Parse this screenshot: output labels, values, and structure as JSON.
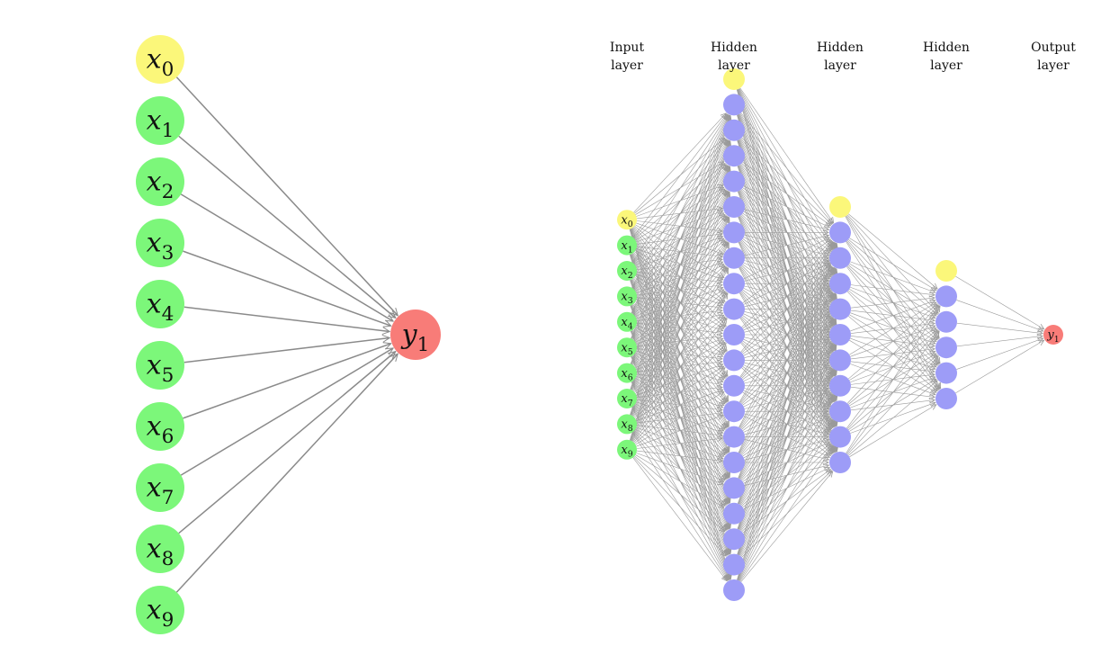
{
  "colors": {
    "bias": "#fbf77a",
    "input": "#7cf77a",
    "hidden": "#9d9cf7",
    "output": "#f87c78",
    "edge": "#8a8a8a"
  },
  "left_network": {
    "inputs": [
      {
        "sym": "x",
        "sub": "0",
        "kind": "bias"
      },
      {
        "sym": "x",
        "sub": "1",
        "kind": "input"
      },
      {
        "sym": "x",
        "sub": "2",
        "kind": "input"
      },
      {
        "sym": "x",
        "sub": "3",
        "kind": "input"
      },
      {
        "sym": "x",
        "sub": "4",
        "kind": "input"
      },
      {
        "sym": "x",
        "sub": "5",
        "kind": "input"
      },
      {
        "sym": "x",
        "sub": "6",
        "kind": "input"
      },
      {
        "sym": "x",
        "sub": "7",
        "kind": "input"
      },
      {
        "sym": "x",
        "sub": "8",
        "kind": "input"
      },
      {
        "sym": "x",
        "sub": "9",
        "kind": "input"
      }
    ],
    "output": {
      "sym": "y",
      "sub": "1",
      "kind": "output"
    }
  },
  "right_network": {
    "layers": [
      {
        "title_line1": "Input",
        "title_line2": "layer",
        "has_bias": true,
        "units": 9,
        "unit_kind": "input",
        "labels": [
          {
            "sym": "x",
            "sub": "0"
          },
          {
            "sym": "x",
            "sub": "1"
          },
          {
            "sym": "x",
            "sub": "2"
          },
          {
            "sym": "x",
            "sub": "3"
          },
          {
            "sym": "x",
            "sub": "4"
          },
          {
            "sym": "x",
            "sub": "5"
          },
          {
            "sym": "x",
            "sub": "6"
          },
          {
            "sym": "x",
            "sub": "7"
          },
          {
            "sym": "x",
            "sub": "8"
          },
          {
            "sym": "x",
            "sub": "9"
          }
        ]
      },
      {
        "title_line1": "Hidden",
        "title_line2": "layer",
        "has_bias": true,
        "units": 20,
        "unit_kind": "hidden",
        "labels": []
      },
      {
        "title_line1": "Hidden",
        "title_line2": "layer",
        "has_bias": true,
        "units": 10,
        "unit_kind": "hidden",
        "labels": []
      },
      {
        "title_line1": "Hidden",
        "title_line2": "layer",
        "has_bias": true,
        "units": 5,
        "unit_kind": "hidden",
        "labels": []
      },
      {
        "title_line1": "Output",
        "title_line2": "layer",
        "has_bias": false,
        "units": 1,
        "unit_kind": "output",
        "labels": [
          {
            "sym": "y",
            "sub": "1"
          }
        ]
      }
    ]
  }
}
